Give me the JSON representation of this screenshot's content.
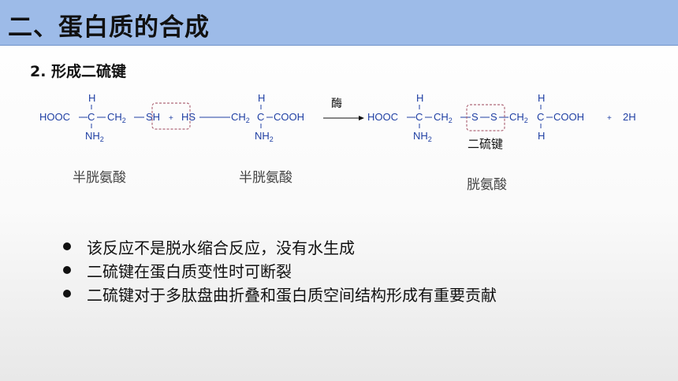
{
  "header": {
    "title": "二、蛋白质的合成"
  },
  "section": {
    "heading": "2. 形成二硫键"
  },
  "reaction": {
    "reactant1": {
      "left": "HOOC",
      "carbon": "C",
      "ch2": "CH",
      "ch2_sub": "2",
      "sh": "SH",
      "h_top": "H",
      "nh": "NH",
      "nh_sub": "2"
    },
    "plus_sign": "+",
    "reactant2": {
      "hs": "HS",
      "ch2": "CH",
      "ch2_sub": "2",
      "carbon": "C",
      "right": "COOH",
      "h_top": "H",
      "nh": "NH",
      "nh_sub": "2"
    },
    "catalyst": "酶",
    "product": {
      "left": "HOOC",
      "carbon1": "C",
      "ch2_1": "CH",
      "ch2_1_sub": "2",
      "s1": "S",
      "s2": "S",
      "ch2_2": "CH",
      "ch2_2_sub": "2",
      "carbon2": "C",
      "right": "COOH",
      "h_top1": "H",
      "nh": "NH",
      "nh_sub": "2",
      "h_top2": "H",
      "h_bottom2": "H"
    },
    "byproduct": "2H",
    "bond_label": "二硫键",
    "reactant1_name": "半胱氨酸",
    "reactant2_name": "半胱氨酸",
    "product_name": "胱氨酸"
  },
  "bullets": [
    "该反应不是脱水缩合反应，没有水生成",
    "二硫键在蛋白质变性时可断裂",
    "二硫键对于多肽盘曲折叠和蛋白质空间结构形成有重要贡献"
  ]
}
